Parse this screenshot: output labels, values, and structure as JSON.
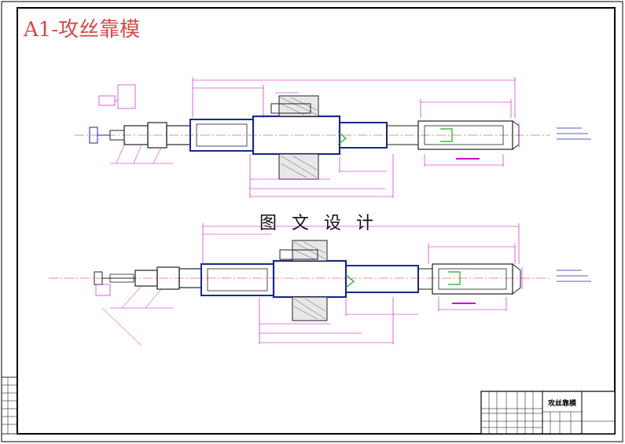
{
  "sheet_title": "A1-攻丝靠模",
  "center_caption": "图 文 设 计",
  "title_block": {
    "drawing_name": "攻丝靠模"
  },
  "colors": {
    "frame": "#000000",
    "outline": "#222222",
    "part_fill": "#1a2a8a",
    "dimension": "#cc00cc",
    "centerline": "#dd2222",
    "accent_green": "#22aa22",
    "title": "#d44a4a"
  },
  "views": [
    {
      "name": "upper-assembly-view"
    },
    {
      "name": "lower-assembly-view"
    }
  ]
}
